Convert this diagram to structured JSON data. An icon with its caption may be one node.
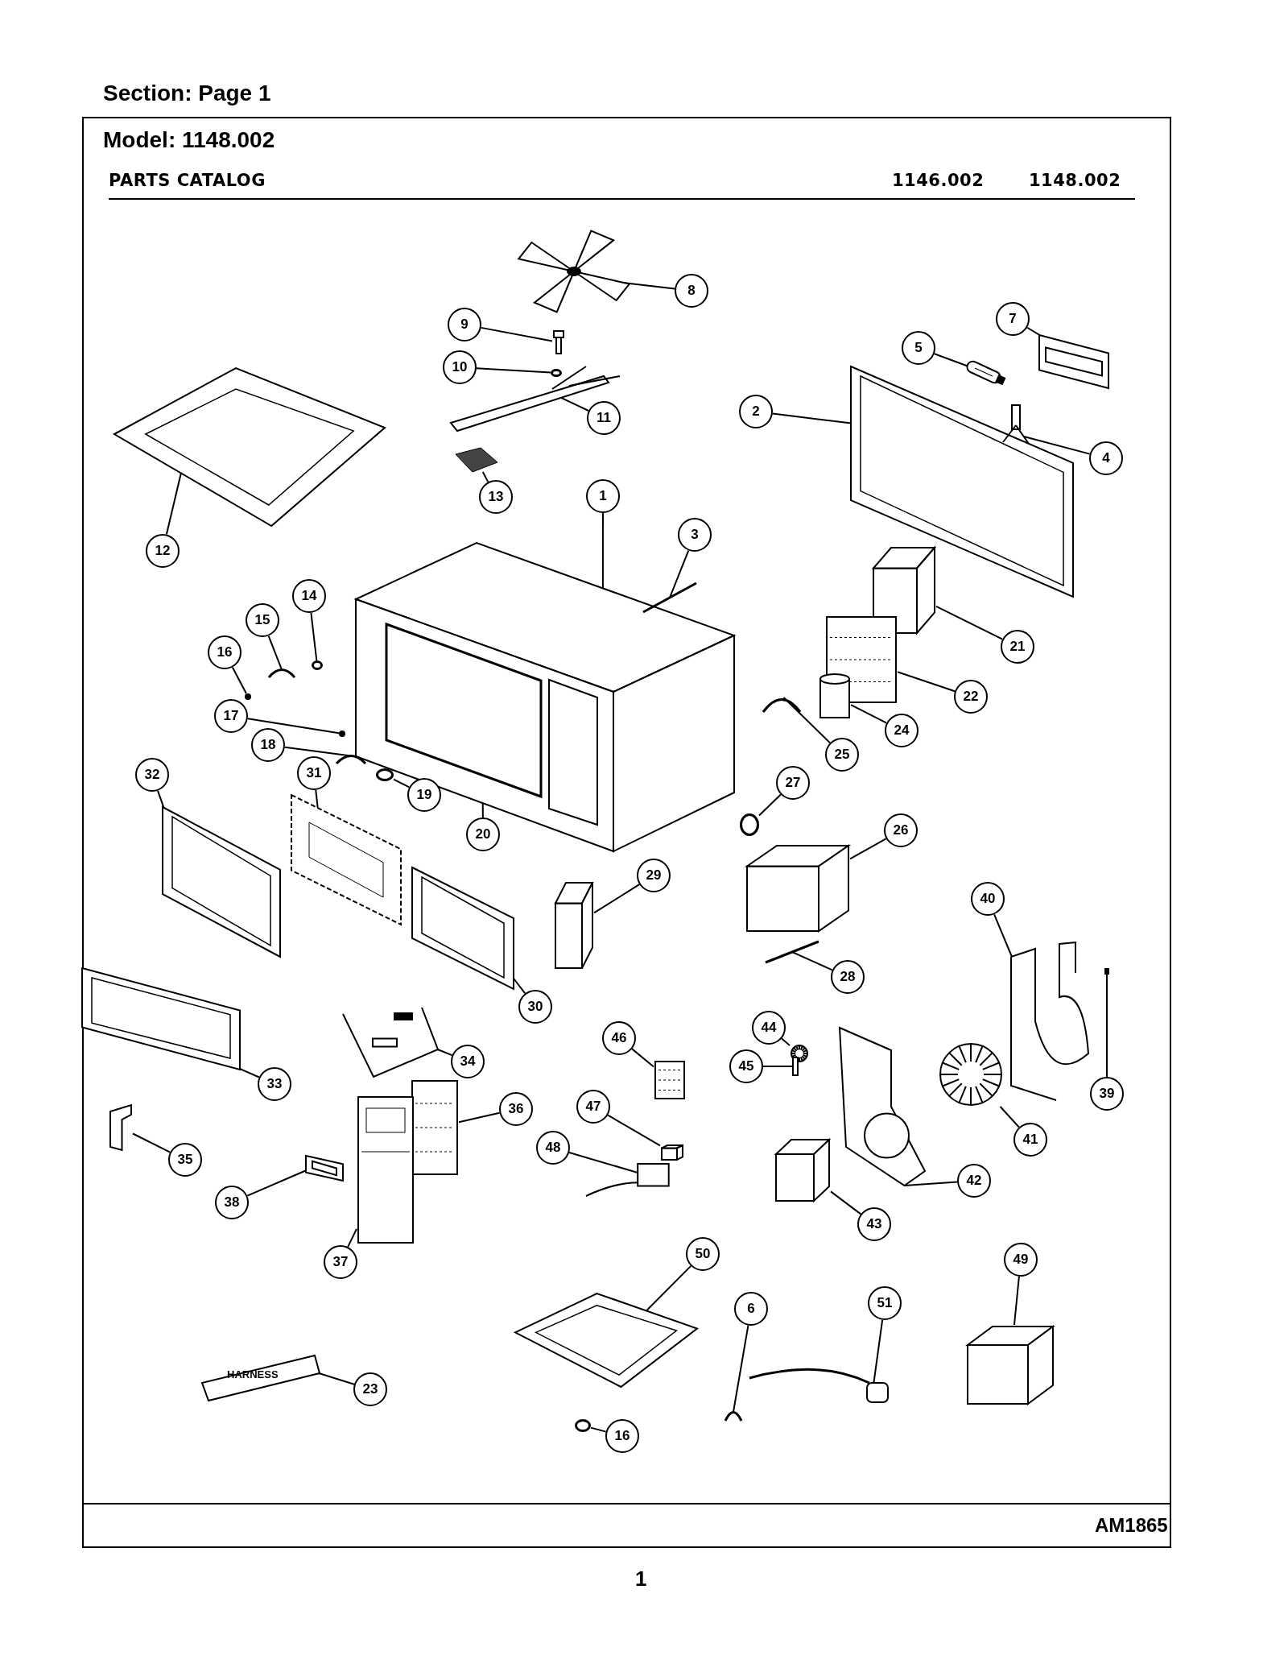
{
  "diagram": {
    "nodes": [
      {
        "text": [
          "8"
        ]
      },
      {
        "text": [],
        "shape": "picture"
      },
      {
        "text": [
          "9"
        ]
      },
      {
        "text": [],
        "shape": "picture"
      },
      {
        "text": [
          "10"
        ]
      },
      {
        "text": [],
        "shape": "circle"
      },
      {
        "text": [
          "11"
        ]
      },
      {
        "text": [],
        "shape": "picture"
      },
      {
        "text": [
          "13"
        ]
      },
      {
        "text": [],
        "shape": "picture"
      },
      {
        "text": [
          "7"
        ]
      },
      {
        "text": [],
        "shape": "picture"
      },
      {
        "text": [
          "5"
        ]
      },
      {
        "text": [],
        "shape": "picture"
      },
      {
        "text": [
          "2"
        ]
      },
      {
        "text": [],
        "shape": "picture"
      },
      {
        "text": [
          "4"
        ]
      },
      {
        "text": [],
        "shape": "picture"
      },
      {
        "text": [
          "12"
        ]
      },
      {
        "text": [],
        "shape": "picture"
      },
      {
        "text": [
          "1"
        ]
      },
      {
        "text": [],
        "shape": "picture"
      },
      {
        "text": [
          "20"
        ]
      },
      {
        "text": [],
        "shape": "box",
        "in": 21
      },
      {
        "text": [
          "3"
        ]
      },
      {
        "text": [],
        "shape": "picture"
      },
      {
        "text": [
          "21"
        ]
      },
      {
        "text": [],
        "shape": "box"
      },
      {
        "text": [
          "22"
        ]
      },
      {
        "text": [],
        "shape": "picture"
      },
      {
        "text": [
          "24"
        ]
      },
      {
        "text": [],
        "shape": "picture"
      },
      {
        "text": [
          "14"
        ]
      },
      {
        "text": [],
        "shape": "circle"
      },
      {
        "text": [
          "15"
        ]
      },
      {
        "text": [],
        "shape": "picture"
      },
      {
        "text": [
          "16"
        ]
      },
      {
        "text": [],
        "shape": "circle"
      },
      {
        "text": [
          "17"
        ]
      },
      {
        "text": [],
        "shape": "circle"
      },
      {
        "text": [
          "18"
        ]
      },
      {
        "text": [],
        "shape": "picture"
      },
      {
        "text": [
          "19"
        ]
      },
      {
        "text": [],
        "shape": "circle"
      },
      {
        "text": [
          "25"
        ]
      },
      {
        "text": [],
        "shape": "picture"
      },
      {
        "text": [
          "27"
        ]
      },
      {
        "text": [],
        "shape": "circle"
      },
      {
        "text": [
          "26"
        ]
      },
      {
        "text": [],
        "shape": "box"
      },
      {
        "text": [
          "32"
        ]
      },
      {
        "text": [],
        "shape": "picture"
      },
      {
        "text": [
          "31"
        ]
      },
      {
        "text": [],
        "shape": "picture"
      },
      {
        "text": [
          "30"
        ]
      },
      {
        "text": [],
        "shape": "picture"
      },
      {
        "text": [
          "29"
        ]
      },
      {
        "text": [],
        "shape": "box"
      },
      {
        "text": [
          "33"
        ]
      },
      {
        "text": [],
        "shape": "picture"
      },
      {
        "text": [
          "28"
        ]
      },
      {
        "text": [],
        "shape": "picture"
      },
      {
        "text": [
          "40"
        ]
      },
      {
        "text": [],
        "shape": "picture"
      },
      {
        "text": [
          "39"
        ]
      },
      {
        "text": [],
        "shape": "picture"
      },
      {
        "text": [
          "34"
        ]
      },
      {
        "text": [],
        "shape": "picture"
      },
      {
        "text": [
          "35"
        ]
      },
      {
        "text": [],
        "shape": "picture"
      },
      {
        "text": [
          "46"
        ]
      },
      {
        "text": [],
        "shape": "picture"
      },
      {
        "text": [
          "44"
        ]
      },
      {
        "text": [],
        "shape": "picture"
      },
      {
        "text": [
          "45"
        ]
      },
      {
        "text": [],
        "shape": "box"
      },
      {
        "text": [
          "41"
        ]
      },
      {
        "text": [],
        "shape": "picture"
      },
      {
        "text": [
          "42"
        ]
      },
      {
        "text": [],
        "shape": "picture"
      },
      {
        "text": [
          "36"
        ]
      },
      {
        "text": [],
        "shape": "picture"
      },
      {
        "text": [
          "47"
        ]
      },
      {
        "text": [],
        "shape": "box"
      },
      {
        "text": [
          "38"
        ]
      },
      {
        "text": [],
        "shape": "picture"
      },
      {
        "text": [
          "37"
        ]
      },
      {
        "text": [],
        "shape": "picture"
      },
      {
        "text": [
          "48"
        ]
      },
      {
        "text": [],
        "shape": "picture"
      },
      {
        "text": [
          "43"
        ]
      },
      {
        "text": [],
        "shape": "box"
      },
      {
        "text": [
          "50"
        ]
      },
      {
        "text": [],
        "shape": "picture"
      },
      {
        "text": [
          "49"
        ]
      },
      {
        "text": [],
        "shape": "box"
      },
      {
        "text": [
          "6"
        ]
      },
      {
        "text": [],
        "shape": "picture"
      },
      {
        "text": [
          "51"
        ]
      },
      {
        "text": [],
        "shape": "picture"
      },
      {
        "text": [
          "23"
        ]
      },
      {
        "text": [
          "HARNESS"
        ]
      },
      {
        "text": [
          "16"
        ]
      },
      {
        "text": [],
        "shape": "circle"
      }
    ],
    "edges": [
      {
        "from": 0,
        "to": 1,
        "arrow": "none"
      },
      {
        "from": 2,
        "to": 3,
        "arrow": "none"
      },
      {
        "from": 4,
        "to": 5,
        "arrow": "none"
      },
      {
        "from": 6,
        "to": 7,
        "arrow": "none"
      },
      {
        "from": 8,
        "to": 9,
        "arrow": "none"
      },
      {
        "from": 10,
        "to": 11,
        "arrow": "none"
      },
      {
        "from": 12,
        "to": 13,
        "arrow": "none"
      },
      {
        "from": 14,
        "to": 15,
        "arrow": "none"
      },
      {
        "from": 16,
        "to": 17,
        "arrow": "none"
      },
      {
        "from": 18,
        "to": 19,
        "arrow": "none"
      },
      {
        "from": 20,
        "to": 21,
        "arrow": "none"
      },
      {
        "from": 22,
        "to": 23,
        "arrow": "none"
      },
      {
        "from": 24,
        "to": 25,
        "arrow": "none"
      },
      {
        "from": 26,
        "to": 27,
        "arrow": "none"
      },
      {
        "from": 28,
        "to": 29,
        "arrow": "none"
      },
      {
        "from": 30,
        "to": 31,
        "arrow": "none"
      },
      {
        "from": 32,
        "to": 33,
        "arrow": "none"
      },
      {
        "from": 34,
        "to": 35,
        "arrow": "none"
      },
      {
        "from": 36,
        "to": 37,
        "arrow": "none"
      },
      {
        "from": 38,
        "to": 39,
        "arrow": "none"
      },
      {
        "from": 40,
        "to": 41,
        "arrow": "none"
      },
      {
        "from": 42,
        "to": 43,
        "arrow": "none"
      },
      {
        "from": 44,
        "to": 45,
        "arrow": "none"
      },
      {
        "from": 46,
        "to": 47,
        "arrow": "none"
      },
      {
        "from": 48,
        "to": 49,
        "arrow": "none"
      },
      {
        "from": 50,
        "to": 51,
        "arrow": "none"
      },
      {
        "from": 52,
        "to": 53,
        "arrow": "none"
      },
      {
        "from": 54,
        "to": 55,
        "arrow": "none"
      },
      {
        "from": 56,
        "to": 57,
        "arrow": "none"
      },
      {
        "from": 58,
        "to": 59,
        "arrow": "none"
      },
      {
        "from": 60,
        "to": 61,
        "arrow": "none"
      },
      {
        "from": 62,
        "to": 63,
        "arrow": "none"
      },
      {
        "from": 64,
        "to": 65,
        "arrow": "none"
      },
      {
        "from": 66,
        "to": 67,
        "arrow": "none"
      },
      {
        "from": 68,
        "to": 69,
        "arrow": "none"
      },
      {
        "from": 70,
        "to": 71,
        "arrow": "none"
      },
      {
        "from": 72,
        "to": 73,
        "arrow": "none"
      },
      {
        "from": 74,
        "to": 75,
        "arrow": "none"
      },
      {
        "from": 76,
        "to": 77,
        "arrow": "none"
      },
      {
        "from": 78,
        "to": 79,
        "arrow": "none"
      },
      {
        "from": 80,
        "to": 81,
        "arrow": "none"
      },
      {
        "from": 82,
        "to": 83,
        "arrow": "none"
      },
      {
        "from": 84,
        "to": 85,
        "arrow": "none"
      },
      {
        "from": 86,
        "to": 87,
        "arrow": "none"
      },
      {
        "from": 88,
        "to": 89,
        "arrow": "none"
      },
      {
        "from": 90,
        "to": 91,
        "arrow": "none"
      },
      {
        "from": 92,
        "to": 93,
        "arrow": "none"
      },
      {
        "from": 94,
        "to": 95,
        "arrow": "none"
      },
      {
        "from": 96,
        "to": 97,
        "arrow": "none"
      },
      {
        "from": 98,
        "to": 99,
        "arrow": "none"
      },
      {
        "from": 100,
        "to": 101,
        "arrow": "none"
      },
      {
        "from": 102,
        "to": 103,
        "arrow": "none"
      }
    ],
    "labels": [
      "Section: Page 1",
      "Model: 1148.002",
      "PARTS CATALOG",
      "1146.002",
      "1148.002",
      "AM1865",
      "1"
    ]
  }
}
